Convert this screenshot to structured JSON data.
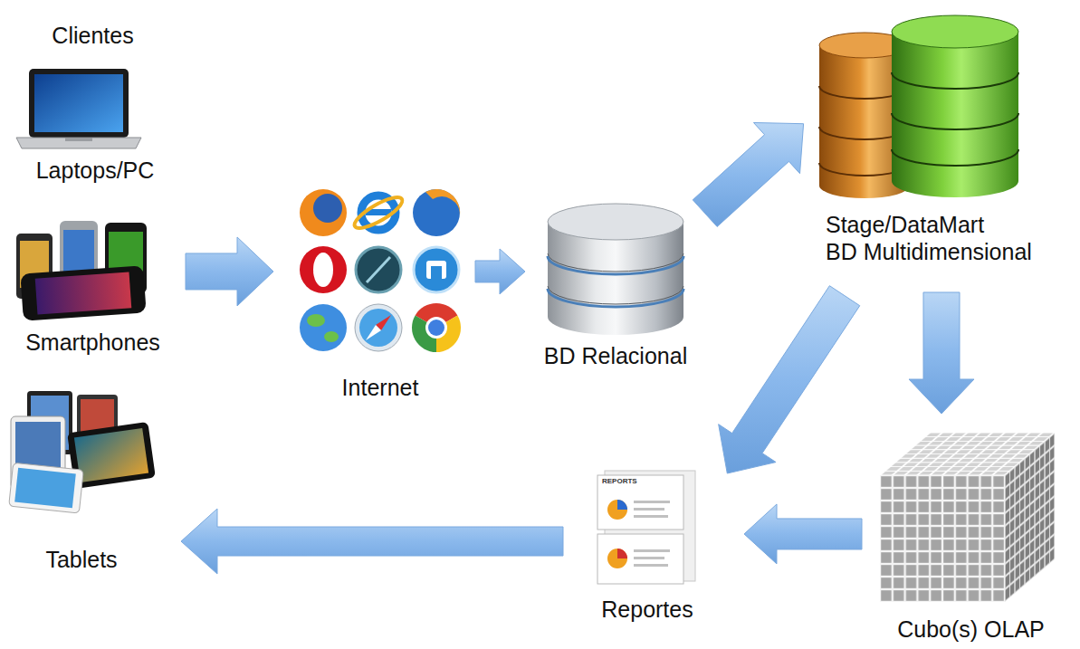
{
  "diagram": {
    "nodes": [
      {
        "text": [
          "Clientes"
        ]
      },
      {
        "text": [
          "Laptops/PC"
        ],
        "in": 0
      },
      {
        "text": [
          "Smartphones"
        ],
        "in": 0
      },
      {
        "text": [
          "Tablets"
        ],
        "in": 0
      },
      {
        "text": [
          "Internet"
        ]
      },
      {
        "text": [
          "BD Relacional"
        ]
      },
      {
        "text": [
          "Stage/DataMart",
          "BD Multidimensional"
        ]
      },
      {
        "text": [
          "Reportes"
        ]
      },
      {
        "text": [
          "Cubo(s) OLAP"
        ]
      }
    ],
    "edges": [
      {
        "from": 2,
        "to": 4,
        "arrow": "to"
      },
      {
        "from": 4,
        "to": 5,
        "arrow": "to"
      },
      {
        "from": 5,
        "to": 6,
        "arrow": "to"
      },
      {
        "from": 6,
        "to": 8,
        "arrow": "to"
      },
      {
        "from": 6,
        "to": 7,
        "arrow": "to"
      },
      {
        "from": 8,
        "to": 7,
        "arrow": "to"
      },
      {
        "from": 7,
        "to": 3,
        "arrow": "to"
      }
    ],
    "labels": [
      "REPORTS"
    ]
  }
}
